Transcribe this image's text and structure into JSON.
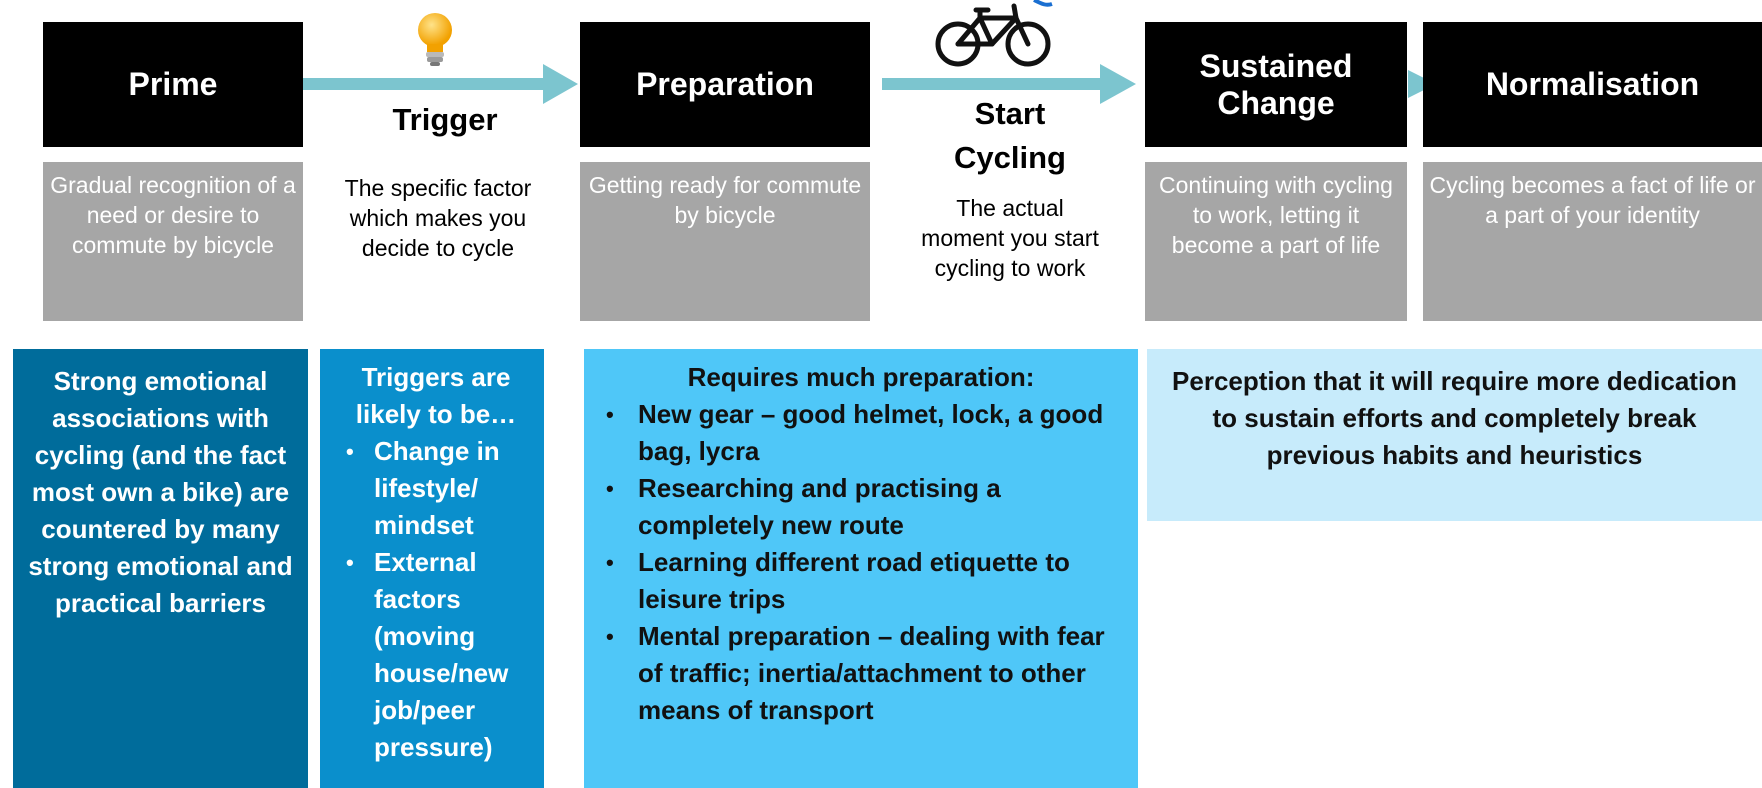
{
  "stages": {
    "prime": {
      "title": "Prime",
      "description": "Gradual recognition of a need or desire to commute by bicycle"
    },
    "trigger": {
      "title": "Trigger",
      "description": "The specific factor which makes you decide to cycle"
    },
    "preparation": {
      "title": "Preparation",
      "description": "Getting ready for commute by bicycle"
    },
    "start_cycling": {
      "title_line1": "Start",
      "title_line2": "Cycling",
      "description": "The actual moment you start cycling to work"
    },
    "sustained_change": {
      "title_line1": "Sustained",
      "title_line2": "Change",
      "description": "Continuing with cycling to work, letting it become a part of life"
    },
    "normalisation": {
      "title": "Normalisation",
      "description": "Cycling becomes a fact of life or a part of your identity"
    }
  },
  "icons": {
    "trigger": "lightbulb-icon",
    "start_cycling": "bicycle-icon"
  },
  "panels": {
    "prime": {
      "text": "Strong emotional associations with cycling (and the fact most own a bike) are countered by many strong emotional and practical barriers"
    },
    "trigger": {
      "heading": "Triggers are likely to be…",
      "bullets": [
        "Change in lifestyle/ mindset",
        "External factors (moving house/new job/peer pressure)"
      ]
    },
    "preparation": {
      "heading": "Requires much preparation:",
      "bullets": [
        "New gear – good helmet, lock, a good bag, lycra",
        "Researching and practising a completely new route",
        "Learning different road etiquette to leisure trips",
        "Mental preparation – dealing with fear of traffic; inertia/attachment to other means of transport"
      ]
    },
    "sustain": {
      "text": "Perception that it will require more dedication to sustain efforts and completely break previous habits and heuristics"
    }
  },
  "colors": {
    "stage_box": "#000000",
    "description_box": "#a6a6a6",
    "arrow": "#7cc5cf",
    "panel_prime": "#006c9b",
    "panel_trigger": "#0a8fcc",
    "panel_preparation": "#4fc7f8",
    "panel_sustain": "#c7ebfb"
  }
}
